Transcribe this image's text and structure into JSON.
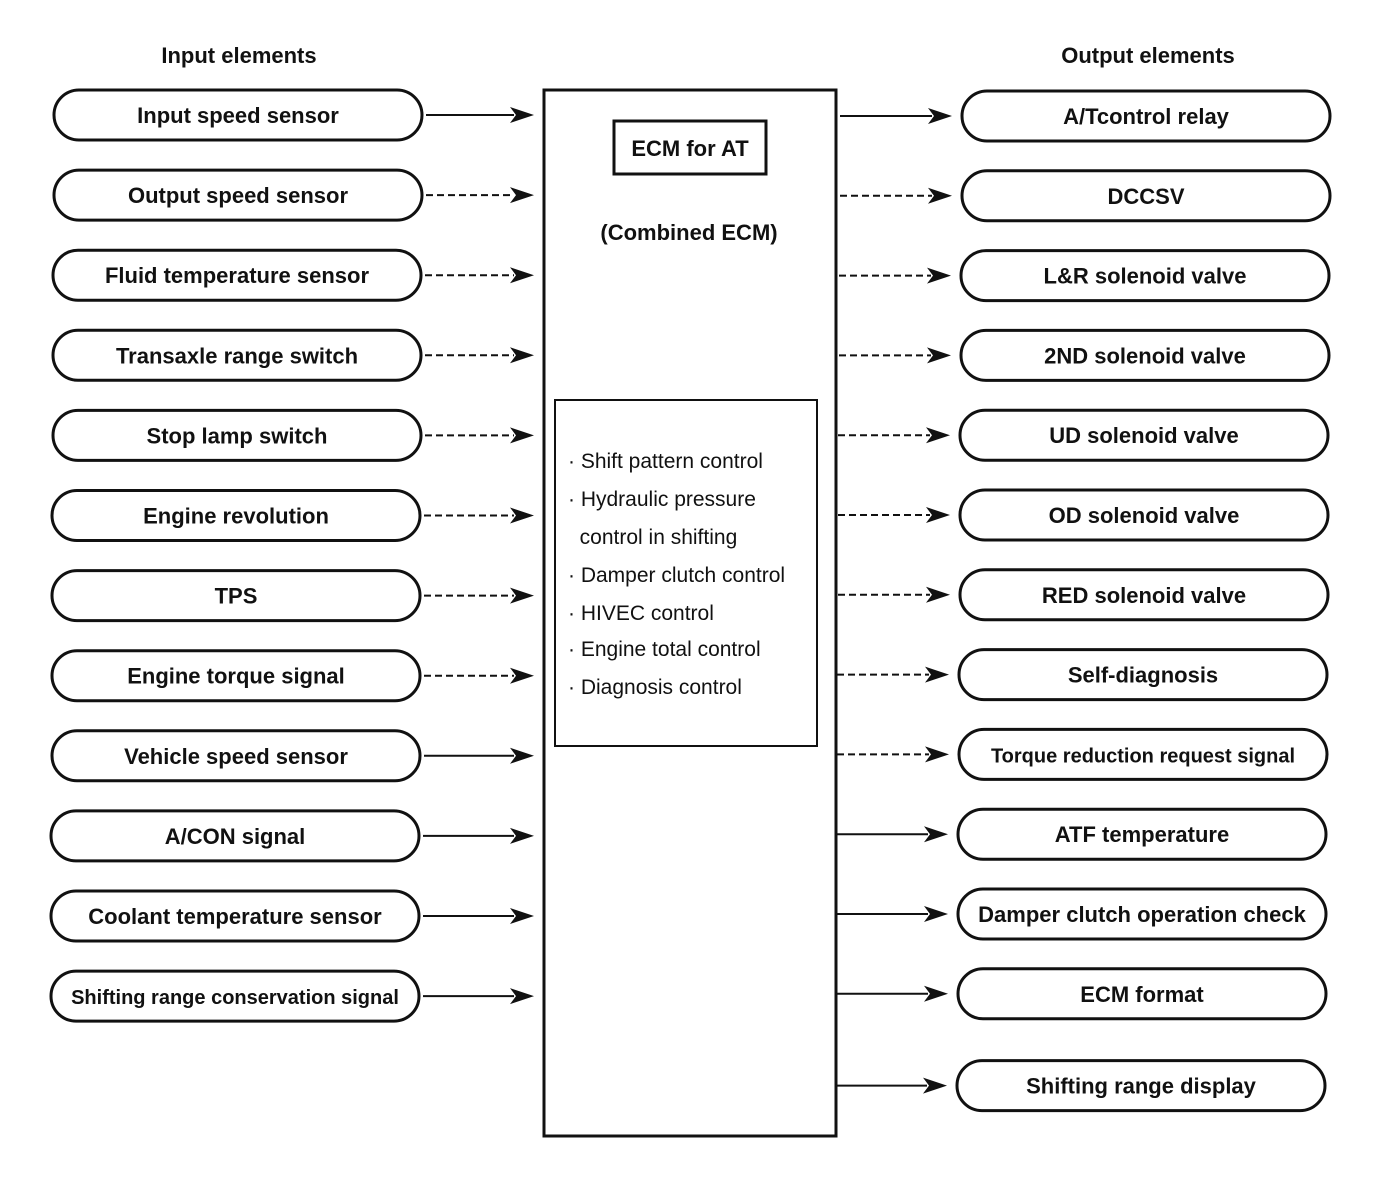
{
  "headings": {
    "inputs": "Input elements",
    "outputs": "Output elements"
  },
  "ecm": {
    "title": "ECM for AT",
    "subtitle": "(Combined ECM)",
    "functions": [
      "· Shift pattern control",
      "· Hydraulic pressure",
      "  control in shifting",
      "· Damper clutch control",
      "· HIVEC control",
      "· Engine total control",
      "· Diagnosis control"
    ]
  },
  "inputs": [
    "Input speed sensor",
    "Output speed sensor",
    "Fluid temperature sensor",
    "Transaxle range switch",
    "Stop lamp switch",
    "Engine revolution",
    "TPS",
    "Engine torque signal",
    "Vehicle speed sensor",
    "A/CON signal",
    "Coolant temperature sensor",
    "Shifting range conservation signal"
  ],
  "outputs": [
    "A/Tcontrol relay",
    "DCCSV",
    "L&R solenoid valve",
    "2ND solenoid valve",
    "UD solenoid valve",
    "OD solenoid valve",
    "RED solenoid valve",
    "Self-diagnosis",
    "Torque reduction request signal",
    "ATF temperature",
    "Damper clutch operation check",
    "ECM format",
    "Shifting range display"
  ],
  "colors": {
    "line": "#111111",
    "background": "#ffffff"
  }
}
